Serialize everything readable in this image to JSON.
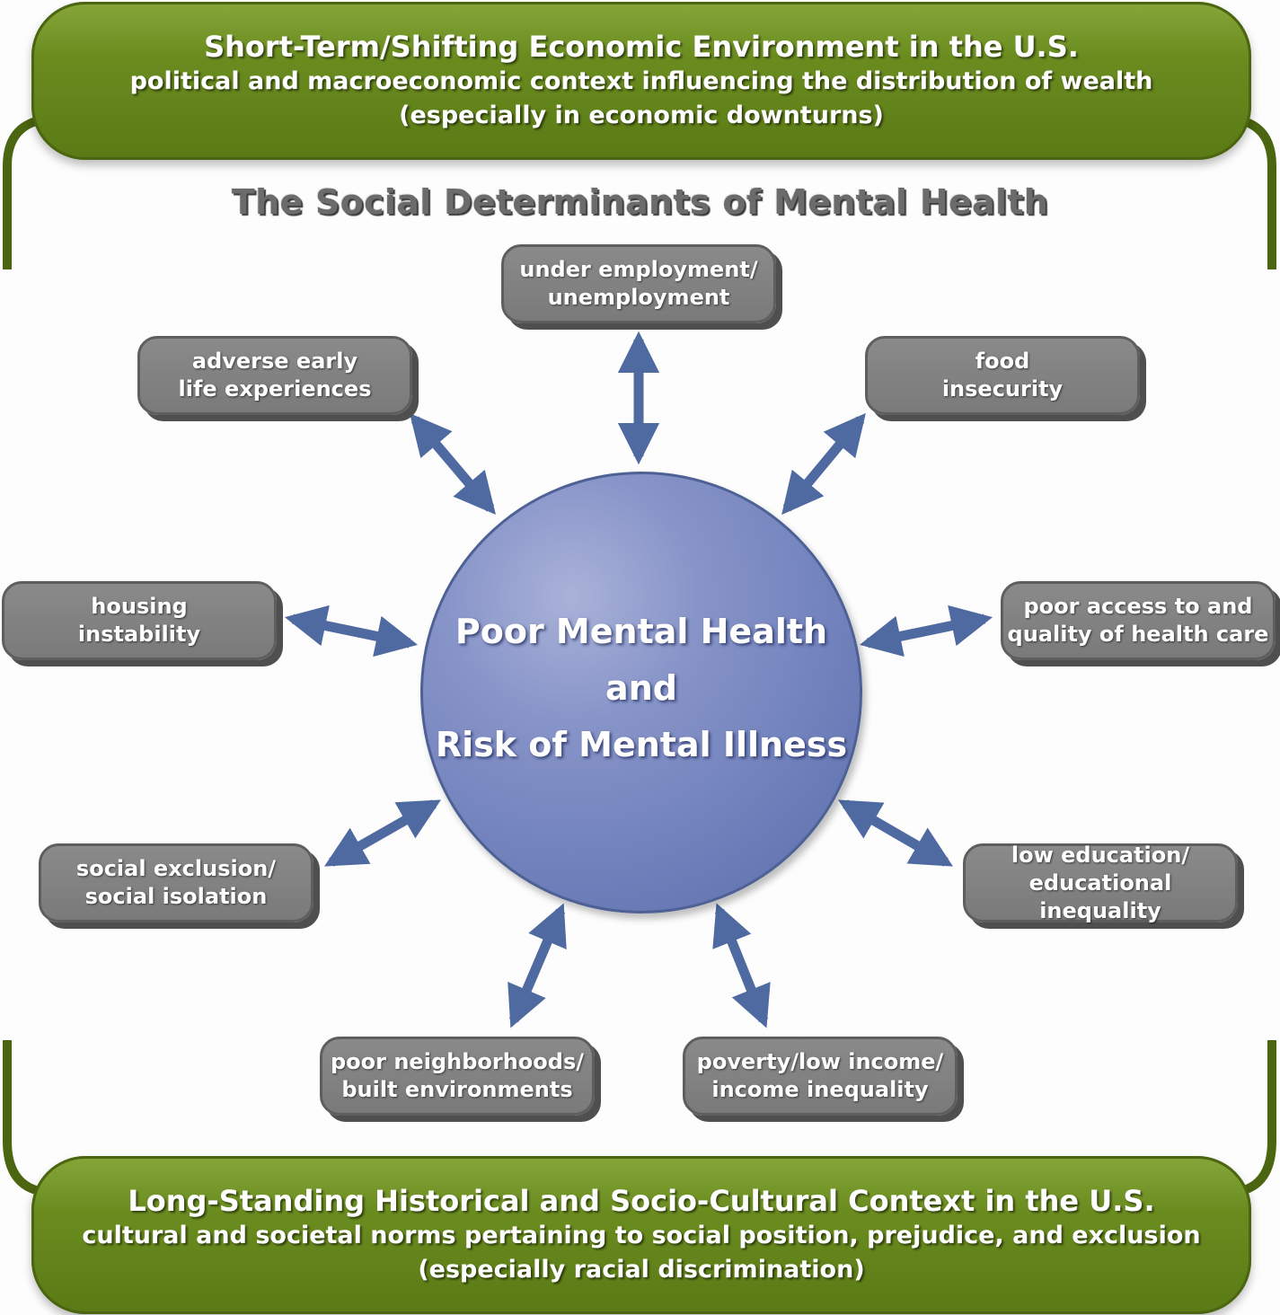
{
  "colors": {
    "banner_green": "#6a8c1f",
    "frame_green": "#4b6510",
    "node_gray": "#7d7d7d",
    "arrow_blue": "#4e6aa0",
    "circle_blue": "#7383bf"
  },
  "top_banner": {
    "title": "Short-Term/Shifting Economic Environment in the U.S.",
    "line1": "political and macroeconomic context influencing the distribution of wealth",
    "line2": "(especially in economic downturns)"
  },
  "diagram_title": "The Social Determinants of Mental Health",
  "center": {
    "line1": "Poor Mental Health",
    "line2": "and",
    "line3": "Risk of Mental Illness"
  },
  "nodes": {
    "employment": "under employment/\nunemployment",
    "early_life": "adverse early\nlife experiences",
    "food": "food\ninsecurity",
    "housing": "housing\ninstability",
    "health_care": "poor access to and\nquality of health care",
    "exclusion": "social exclusion/\nsocial isolation",
    "education": "low education/\neducational inequality",
    "neighborhoods": "poor neighborhoods/\nbuilt environments",
    "poverty": "poverty/low income/\nincome inequality"
  },
  "bottom_banner": {
    "title": "Long-Standing Historical and Socio-Cultural Context in the U.S.",
    "line1": "cultural and societal norms pertaining to social position, prejudice, and exclusion",
    "line2": "(especially racial discrimination)"
  }
}
